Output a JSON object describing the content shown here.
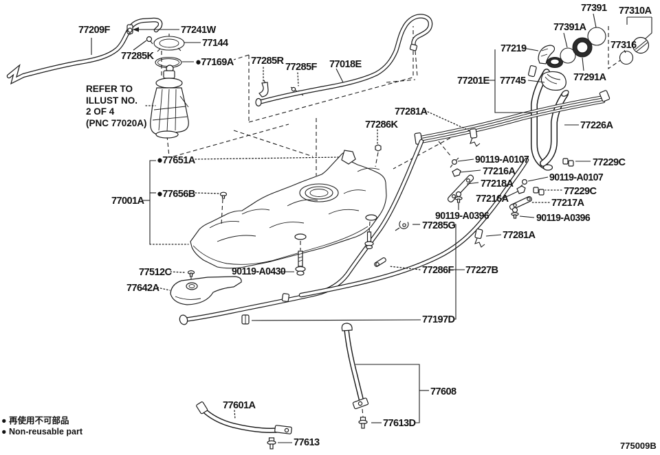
{
  "figure_code": "775009B",
  "note": {
    "lines": [
      "REFER TO",
      "ILLUST NO.",
      "2 OF 4",
      "(PNC 77020A)"
    ]
  },
  "legend": {
    "jp": "● 再使用不可部品",
    "en": "● Non-reusable part"
  },
  "labels": [
    "77209F",
    "77241W",
    "77144",
    "77285K",
    "●77169A",
    "77285R",
    "77285F",
    "77018E",
    "77391",
    "77310A",
    "77391A",
    "77316",
    "77219",
    "77201E",
    "77745",
    "77291A",
    "77226A",
    "77281A",
    "77286K",
    "●77651A",
    "●77656B",
    "77001A",
    "90119-A0107",
    "77216A",
    "77218A",
    "77229C",
    "90119-A0107",
    "77229C",
    "77216A",
    "77217A",
    "90119-A0396",
    "90119-A0396",
    "77285G",
    "77281A",
    "77512C",
    "90119-A0430",
    "77286F",
    "77227B",
    "77642A",
    "77197D",
    "77601A",
    "77608",
    "77613D",
    "77613"
  ]
}
